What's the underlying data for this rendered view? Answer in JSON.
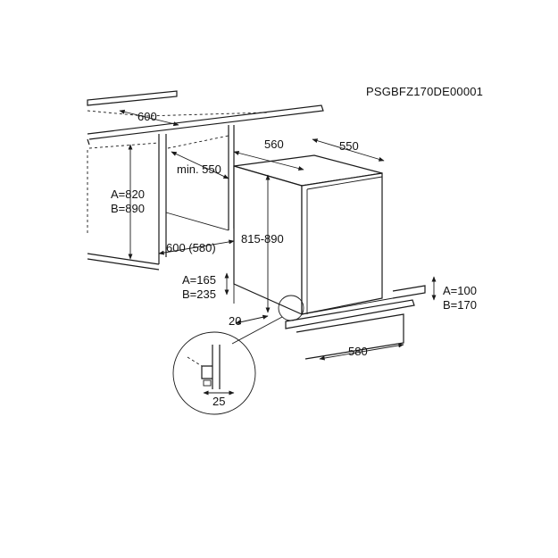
{
  "drawing_code": "PSGBFZ170DE00001",
  "dims": {
    "niche_depth": "600",
    "min_depth": "min. 550",
    "niche_height_a": "A=820",
    "niche_height_b": "B=890",
    "floor_depth": "600 (580)",
    "appliance_width": "560",
    "appliance_depth": "550",
    "appliance_height": "815-890",
    "plinth_a": "A=165",
    "plinth_b": "B=235",
    "gap": "20",
    "kick_a": "A=100",
    "kick_b": "B=170",
    "plinth_width": "580",
    "detail": "25"
  },
  "colors": {
    "line": "#1a1a1a",
    "background": "#ffffff"
  }
}
